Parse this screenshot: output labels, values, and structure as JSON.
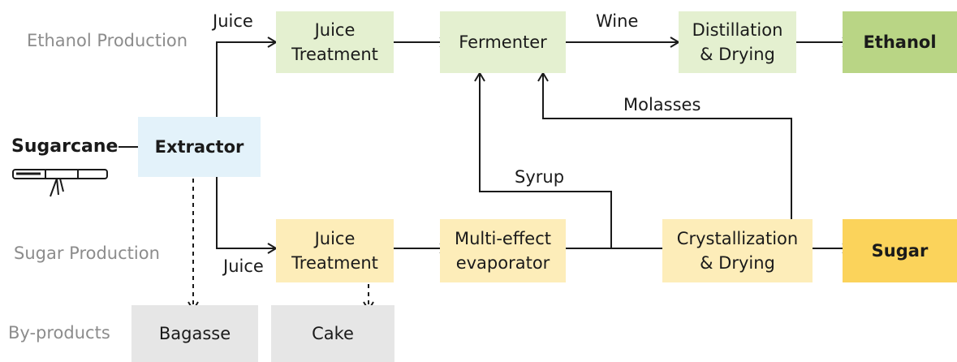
{
  "rows": {
    "ethanol": "Ethanol Production",
    "sugar": "Sugar Production",
    "byproducts": "By-products"
  },
  "nodes": {
    "sugarcane": "Sugarcane",
    "extractor": "Extractor",
    "juice_treatment_top": [
      "Juice",
      "Treatment"
    ],
    "fermenter": "Fermenter",
    "distillation": [
      "Distillation",
      "& Drying"
    ],
    "ethanol": "Ethanol",
    "juice_treatment_bottom": [
      "Juice",
      "Treatment"
    ],
    "evaporator": [
      "Multi-effect",
      "evaporator"
    ],
    "crystallization": [
      "Crystallization",
      "& Drying"
    ],
    "sugar": "Sugar",
    "bagasse": "Bagasse",
    "cake": "Cake"
  },
  "edges": {
    "juice_top": "Juice",
    "juice_bottom": "Juice",
    "wine": "Wine",
    "molasses": "Molasses",
    "syrup": "Syrup"
  },
  "colors": {
    "ethanol_light": "#e4f0d0",
    "ethanol_dark": "#b9d585",
    "sugar_light": "#fdedb9",
    "sugar_dark": "#fbd35b",
    "extractor": "#e3f2fa",
    "byproduct": "#e6e6e6",
    "row_label": "#8c8c8c"
  },
  "icons": [
    "sugarcane-icon",
    "arrow-icon"
  ]
}
